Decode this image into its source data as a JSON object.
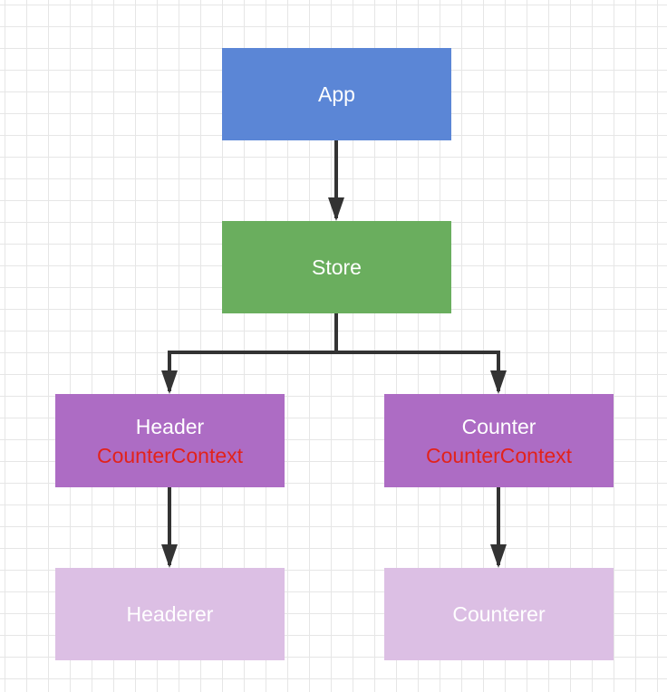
{
  "colors": {
    "app": "#5b86d6",
    "store": "#6aae5e",
    "consumer": "#ad6cc4",
    "leaf": "#dcbfe4",
    "text_light": "#ffffff",
    "context_text": "#e2221b",
    "edge": "#333333"
  },
  "nodes": {
    "app": {
      "label": "App"
    },
    "store": {
      "label": "Store"
    },
    "header": {
      "label": "Header",
      "context": "CounterContext"
    },
    "counter": {
      "label": "Counter",
      "context": "CounterContext"
    },
    "headerer": {
      "label": "Headerer"
    },
    "counterer": {
      "label": "Counterer"
    }
  },
  "edges": [
    {
      "from": "App",
      "to": "Store"
    },
    {
      "from": "Store",
      "to": "Header"
    },
    {
      "from": "Store",
      "to": "Counter"
    },
    {
      "from": "Header",
      "to": "Headerer"
    },
    {
      "from": "Counter",
      "to": "Counterer"
    }
  ]
}
